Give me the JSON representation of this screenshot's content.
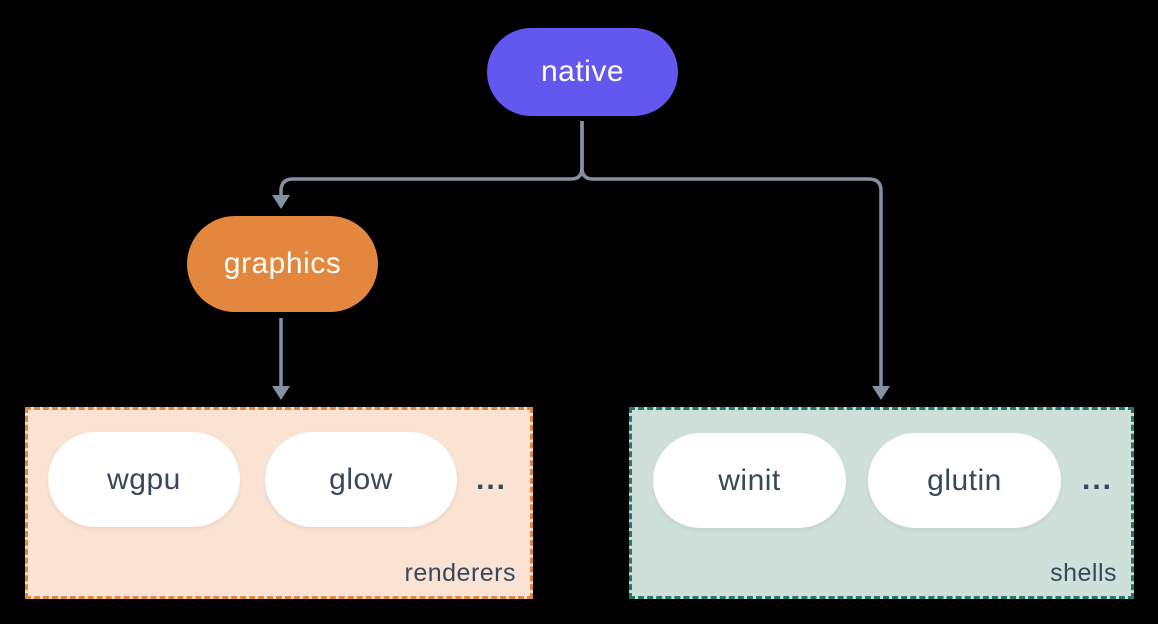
{
  "nodes": {
    "native": {
      "label": "native",
      "color": "#6257ef",
      "text_color": "#ffffff"
    },
    "graphics": {
      "label": "graphics",
      "color": "#e2873d",
      "text_color": "#ffffff"
    }
  },
  "groups": {
    "renderers": {
      "label": "renderers",
      "background": "#fae3d3",
      "border_color": "#e2873d",
      "items": [
        "wgpu",
        "glow"
      ],
      "ellipsis": "..."
    },
    "shells": {
      "label": "shells",
      "background": "#cfe0da",
      "border_color": "#20796c",
      "items": [
        "winit",
        "glutin"
      ],
      "ellipsis": "..."
    }
  },
  "edges": [
    {
      "from": "native",
      "to": "graphics"
    },
    {
      "from": "native",
      "to": "shells"
    },
    {
      "from": "graphics",
      "to": "renderers"
    }
  ],
  "colors": {
    "page_background": "#000000",
    "connector": "#8391a2",
    "item_background": "#ffffff",
    "item_text": "#36485a"
  }
}
